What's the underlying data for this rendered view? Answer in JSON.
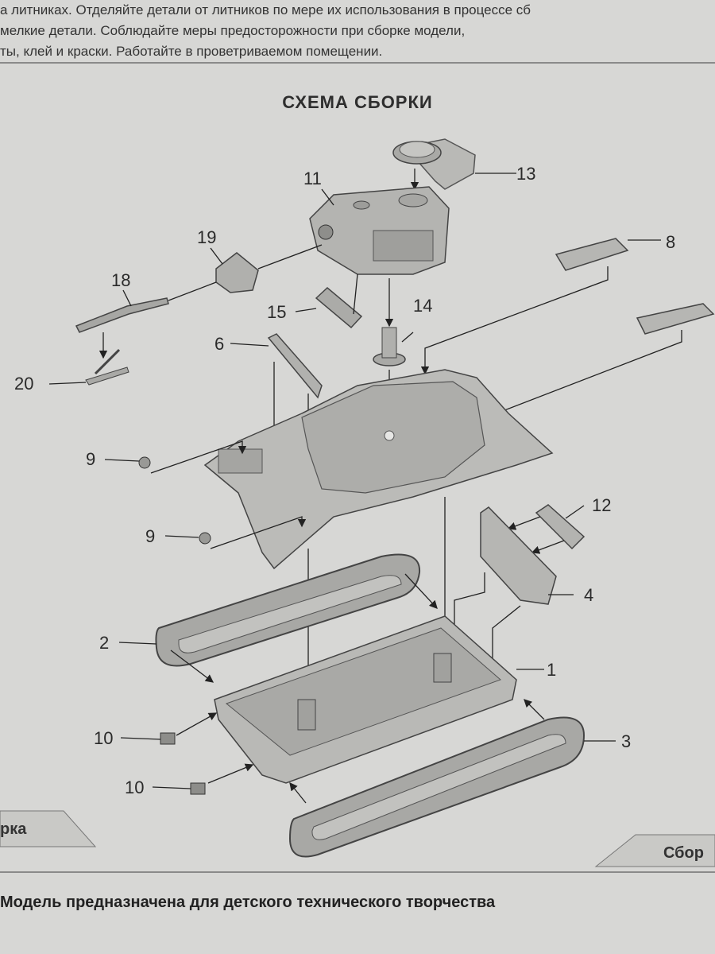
{
  "header": {
    "line1": "а литниках. Отделяйте детали от литников по мере их использования в процессе сб",
    "line2": "мелкие детали. Соблюдайте меры предосторожности при сборке модели,",
    "line3": "ты, клей и краски. Работайте в проветриваемом помещении."
  },
  "title": "СХЕМА СБОРКИ",
  "part_labels": {
    "p1": "1",
    "p2": "2",
    "p3": "3",
    "p4": "4",
    "p6": "6",
    "p8": "8",
    "p9a": "9",
    "p9b": "9",
    "p10a": "10",
    "p10b": "10",
    "p11": "11",
    "p12": "12",
    "p13": "13",
    "p14": "14",
    "p15": "15",
    "p18": "18",
    "p19": "19",
    "p20": "20"
  },
  "tabs": {
    "left": "рка",
    "right": "Сбор"
  },
  "footer": "Модель предназначена для детского технического творчества"
}
